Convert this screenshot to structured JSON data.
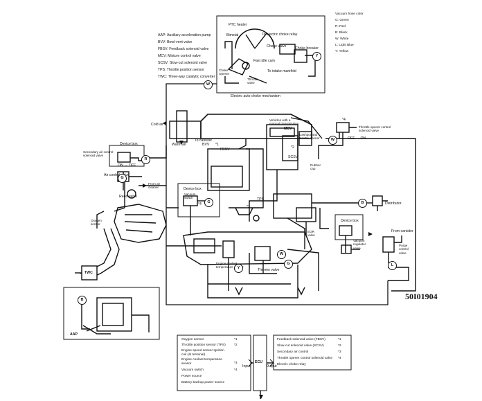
{
  "diagram_code": "50I01904",
  "abbreviations": [
    "AAP: Auxiliary acceleration pump",
    "BVV: Bowl-vent valve",
    "FBSV: Feedback solenoid valve",
    "MCV: Mixture control valve",
    "SCSV: Slow-cut solenoid valve",
    "TPS: Throttle position sensor",
    "TWC: Three-way catalytic converter"
  ],
  "vacuum_colors": {
    "title": "Vacuum hose color",
    "items": [
      "G: Green",
      "R: Red",
      "B: Black",
      "W: White",
      "L: Light Blue",
      "Y: Yellow"
    ]
  },
  "choke": {
    "ptc_heater": "PTC heater",
    "bimetal": "Bimetal",
    "relay": "To electric choke relay",
    "choke_valve": "Choke valve",
    "choke_breaker": "Choke breaker",
    "fast_idle_cam": "Fast idle cam",
    "choke_opener": "Choke Opener",
    "throttle_valve": "Throttle valve",
    "to_intake": "To intake manifold",
    "mechanism": "Electric auto choke mechanism"
  },
  "labels": {
    "cold_air": "Cold air",
    "warm_air": "Warm air",
    "device_box_l": "Device box",
    "sec_air_valve": "Secondary air control solenoid valve",
    "on_off": "ON → OFF",
    "air_control_valve": "Air control valve",
    "from_air_cleaner": "From air cleaner",
    "reed_valve": "Reed valve",
    "oxygen_sensor": "Oxygen sensor",
    "twc": "TWC",
    "aap": "AAP",
    "to_canister": "To canister",
    "bvv": "BVV",
    "fbsv": "FBSV",
    "device_box_m": "Device box",
    "vacuum_switch": "Vacuum switch",
    "vehicles_manual": "Vehicles with a manual transmission",
    "mcv": "MCV",
    "dashpot": "Dashpot and throttle opener",
    "tps": "TPS",
    "scsv": "SCSV",
    "rubber_cap": "Rubber cap",
    "egr_valve": "EGR valve",
    "engine_coolant": "Engine coolant temperature sensor",
    "thermo_valve": "Thermo valve",
    "distributor": "Distributor",
    "device_box_r": "Device box",
    "vacuum_regulator": "Vacuum regulator valve",
    "from_canister": "From canister",
    "purge_valve": "Purge control valve",
    "throttle_opener_sv": "Throttle opener control solenoid valve",
    "off_on": "OFF → ON",
    "n1": "*1",
    "n2": "*2",
    "n3": "*3",
    "n4": "*4",
    "n4b": "*4"
  },
  "hose_codes": [
    "W",
    "R",
    "G",
    "G",
    "B",
    "Y",
    "W",
    "G",
    "L",
    "W",
    "Y",
    "B"
  ],
  "ecu": {
    "label": "ECU",
    "input": "Input",
    "output": "Output",
    "inputs": [
      {
        "name": "Oxygen sensor",
        "ref": "*1"
      },
      {
        "name": "Throttle position sensor (TPS)",
        "ref": "*2"
      },
      {
        "name": "Engine speed sensor Ignition coil (⊖ terminal)",
        "ref": ""
      },
      {
        "name": "Engine coolant temperature sensor",
        "ref": "*3"
      },
      {
        "name": "Vacuum switch",
        "ref": "*4"
      },
      {
        "name": "Power source",
        "ref": ""
      },
      {
        "name": "Battery backup power source",
        "ref": ""
      }
    ],
    "outputs": [
      {
        "name": "Feedback solenoid valve (FBSV)",
        "ref": "*1"
      },
      {
        "name": "Slow-cut solenoid valve (SCSV)",
        "ref": "*2"
      },
      {
        "name": "Secondary air control",
        "ref": "*3"
      },
      {
        "name": "Throttle opener control solenoid valve",
        "ref": "*4"
      },
      {
        "name": "Electric choke relay",
        "ref": ""
      }
    ]
  }
}
